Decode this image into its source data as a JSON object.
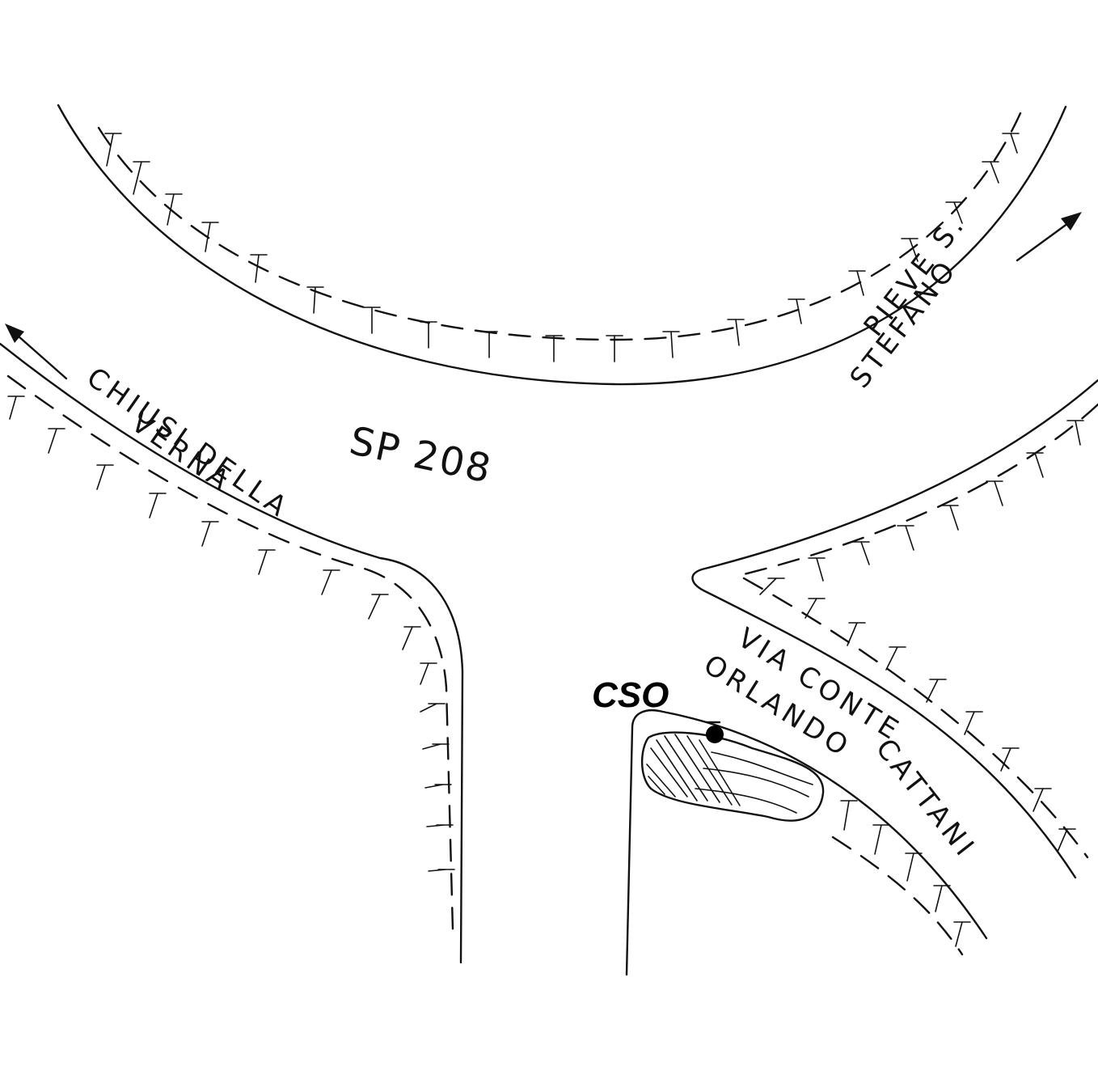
{
  "labels": {
    "road_north_east": "PIEVE S.",
    "road_north_east_2": "STEFANO",
    "road_north_west": "CHIUSI DELLA",
    "road_north_west_2": "VERNA",
    "road_number": "SP 208",
    "road_south_east": "VIA CONTE",
    "road_south_east_2": "ORLANDO",
    "road_south_east_3": "CATTANI",
    "marker": "CSO"
  },
  "colors": {
    "ink": "#111111",
    "paper": "#ffffff"
  }
}
